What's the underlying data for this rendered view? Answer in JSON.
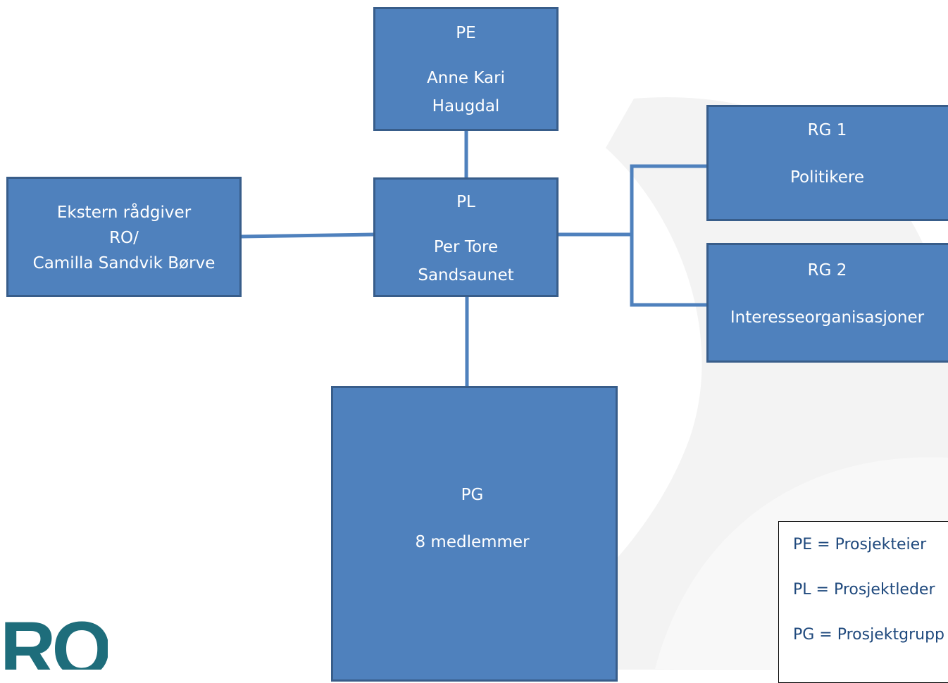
{
  "colors": {
    "box_fill": "#4f81bd",
    "box_border": "#385d8a",
    "connector": "#4f81bd",
    "legend_text": "#1f497d",
    "logo": "#1e6d7b"
  },
  "nodes": {
    "pe": {
      "title": "PE",
      "line1": "Anne Kari",
      "line2": "Haugdal"
    },
    "pl": {
      "title": "PL",
      "line1": "Per Tore",
      "line2": "Sandsaunet"
    },
    "ekstern": {
      "line1": "Ekstern rådgiver",
      "line2": "RO/",
      "line3": "Camilla Sandvik Børve"
    },
    "rg1": {
      "title": "RG 1",
      "subtitle": "Politikere"
    },
    "rg2": {
      "title": "RG 2",
      "subtitle": "Interesseorganisasjoner"
    },
    "pg": {
      "title": "PG",
      "subtitle": "8 medlemmer"
    }
  },
  "legend": {
    "items": [
      "PE = Prosjekteier",
      "PL = Prosjektleder",
      "PG = Prosjektgrupp"
    ]
  },
  "logo_text": "RO"
}
